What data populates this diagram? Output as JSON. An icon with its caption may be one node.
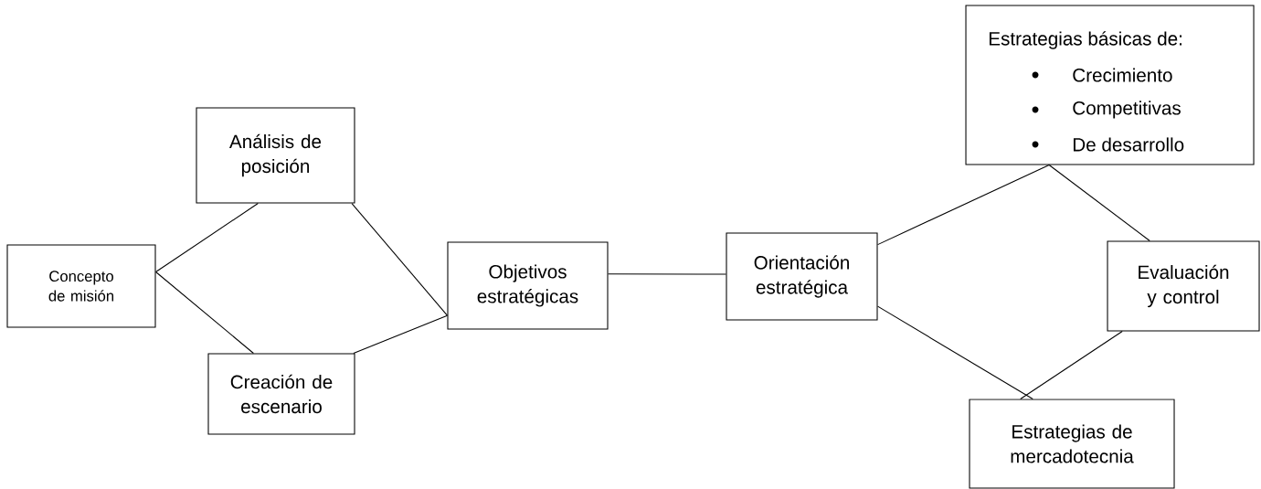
{
  "diagram": {
    "nodes": [
      {
        "text": [
          "Concepto de misión"
        ]
      },
      {
        "text": [
          "Análisis de posición"
        ]
      },
      {
        "text": [
          "Creación de escenario"
        ]
      },
      {
        "text": [
          "Objetivos estratégicas"
        ]
      },
      {
        "text": [
          "Orientación estratégica"
        ]
      },
      {
        "text": [
          "Estrategias básicas de:",
          "Crecimiento",
          "Competitivas",
          "De desarrollo"
        ]
      },
      {
        "text": [
          "Evaluación y control"
        ]
      },
      {
        "text": [
          "Estrategias de mercadotecnia"
        ]
      }
    ],
    "edges": [
      {
        "from": 0,
        "to": 1,
        "arrow": "none"
      },
      {
        "from": 0,
        "to": 2,
        "arrow": "none"
      },
      {
        "from": 1,
        "to": 3,
        "arrow": "none"
      },
      {
        "from": 2,
        "to": 3,
        "arrow": "none"
      },
      {
        "from": 3,
        "to": 4,
        "arrow": "none"
      },
      {
        "from": 4,
        "to": 5,
        "arrow": "none"
      },
      {
        "from": 5,
        "to": 6,
        "arrow": "none"
      },
      {
        "from": 4,
        "to": 7,
        "arrow": "none"
      },
      {
        "from": 6,
        "to": 7,
        "arrow": "none"
      }
    ]
  }
}
